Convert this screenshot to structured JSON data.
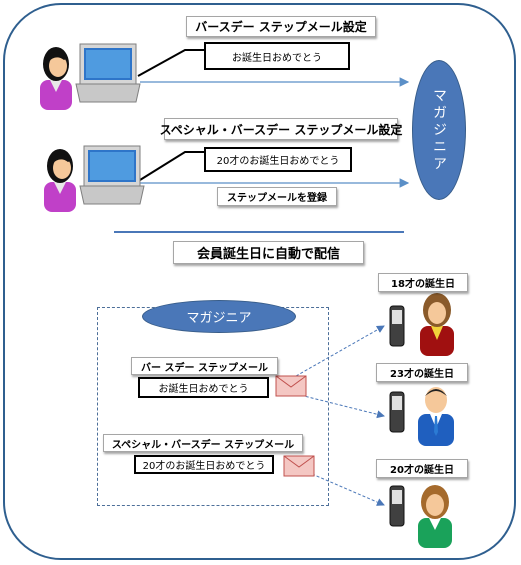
{
  "top": {
    "birthday_title": "バースデー ステップメール設定",
    "birthday_message": "お誕生日おめでとう",
    "special_title": "スペシャル・バースデー ステップメール設定",
    "special_message": "20才のお誕生日おめでとう",
    "register_label": "ステップメールを登録",
    "service_name": "マガジニア"
  },
  "bottom": {
    "heading": "会員誕生日に自動で配信",
    "service_name": "マガジニア",
    "birthday_step": "バー スデー ステップメール",
    "birthday_message": "お誕生日おめでとう",
    "special_step": "スペシャル・バースデー ステップメール",
    "special_message": "20才のお誕生日おめでとう",
    "recipients": [
      {
        "label": "18才の誕生日"
      },
      {
        "label": "23才の誕生日"
      },
      {
        "label": "20才の誕生日"
      }
    ]
  },
  "colors": {
    "frame": "#2f5f8f",
    "accent_blue": "#4a77b8",
    "female_shirt": "#c040c8",
    "arrow": "#5b8fc7"
  },
  "icons": [
    "female-user-icon",
    "laptop-icon",
    "mobile-phone-icon",
    "envelope-icon",
    "businessman-icon",
    "businesswoman-icon",
    "female-member-icon"
  ]
}
